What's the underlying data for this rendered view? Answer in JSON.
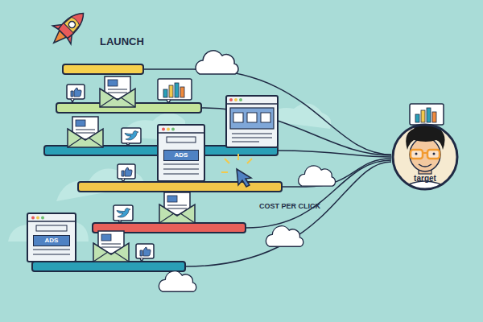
{
  "diagram": {
    "nodes": [
      {
        "text": [
          "ADS"
        ]
      },
      {
        "text": [
          "ADS"
        ]
      },
      {
        "text": [
          "target"
        ]
      }
    ],
    "labels": [
      "LAUNCH",
      "COST PER CLICK"
    ]
  }
}
